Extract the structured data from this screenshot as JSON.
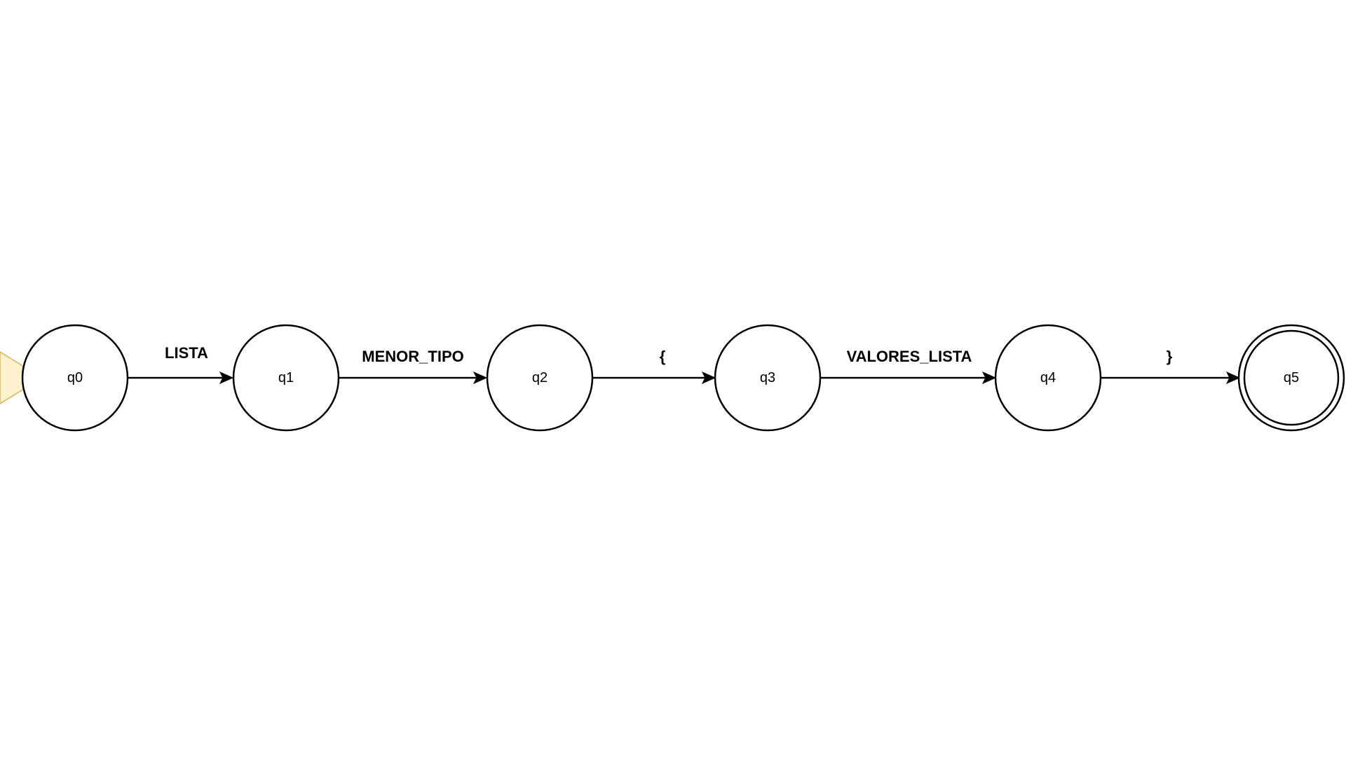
{
  "diagram": {
    "type": "finite-automaton",
    "start_marker_fill": "#fff2cc",
    "start_marker_stroke": "#d6b656",
    "states": [
      {
        "id": "q0",
        "label": "q0",
        "initial": true,
        "accepting": false
      },
      {
        "id": "q1",
        "label": "q1",
        "initial": false,
        "accepting": false
      },
      {
        "id": "q2",
        "label": "q2",
        "initial": false,
        "accepting": false
      },
      {
        "id": "q3",
        "label": "q3",
        "initial": false,
        "accepting": false
      },
      {
        "id": "q4",
        "label": "q4",
        "initial": false,
        "accepting": false
      },
      {
        "id": "q5",
        "label": "q5",
        "initial": false,
        "accepting": true
      }
    ],
    "transitions": [
      {
        "from": "q0",
        "to": "q1",
        "label": "LISTA"
      },
      {
        "from": "q1",
        "to": "q2",
        "label": "MENOR_TIPO"
      },
      {
        "from": "q2",
        "to": "q3",
        "label": "{"
      },
      {
        "from": "q3",
        "to": "q4",
        "label": "VALORES_LISTA"
      },
      {
        "from": "q4",
        "to": "q5",
        "label": "}"
      }
    ]
  }
}
